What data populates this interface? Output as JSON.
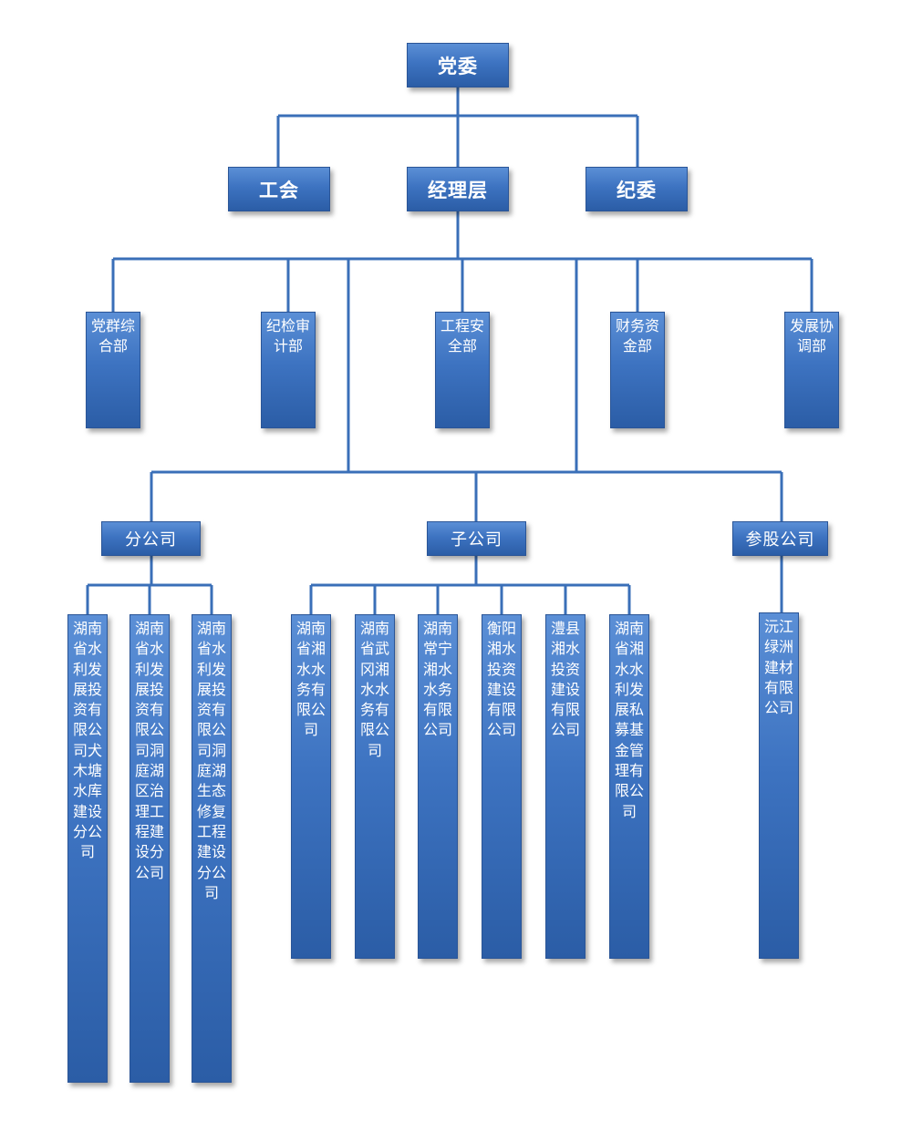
{
  "top": {
    "label": "党委"
  },
  "level2": {
    "left": {
      "label": "工会"
    },
    "center": {
      "label": "经理层"
    },
    "right": {
      "label": "纪委"
    }
  },
  "departments": [
    {
      "label": "党群综合部"
    },
    {
      "label": "纪检审计部"
    },
    {
      "label": "工程安全部"
    },
    {
      "label": "财务资金部"
    },
    {
      "label": "发展协调部"
    }
  ],
  "categories": [
    {
      "label": "分公司"
    },
    {
      "label": "子公司"
    },
    {
      "label": "参股公司"
    }
  ],
  "branches": [
    {
      "label": "湖南省水利发展投资有限公司犬木塘水库建设分公司"
    },
    {
      "label": "湖南省水利发展投资有限公司洞庭湖区治理工程建设分公司"
    },
    {
      "label": "湖南省水利发展投资有限公司洞庭湖生态修复工程建设分公司"
    }
  ],
  "subsidiaries": [
    {
      "label": "湖南省湘水水务有限公司"
    },
    {
      "label": "湖南省武冈湘水水务有限公司"
    },
    {
      "label": "湖南常宁湘水水务有限公司"
    },
    {
      "label": "衡阳湘水投资建设有限公司"
    },
    {
      "label": "澧县湘水投资建设有限公司"
    },
    {
      "label": "湖南省湘水水利发展私募基金管理有限公司"
    }
  ],
  "associates": [
    {
      "label": "沅江绿洲建材有限公司"
    }
  ]
}
